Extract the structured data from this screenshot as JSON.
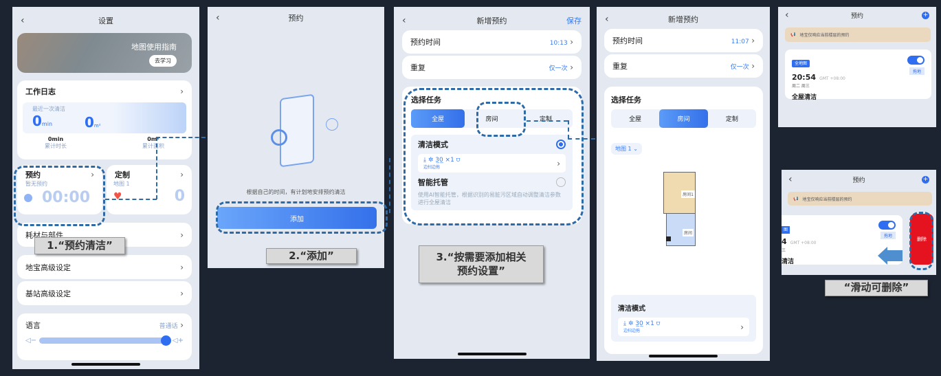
{
  "p1": {
    "title": "设置",
    "banner_title": "地图使用指南",
    "banner_btn": "去学习",
    "log_title": "工作日志",
    "last_clean": "最近一次清洁",
    "last_min": "0",
    "min_unit": "min",
    "last_area": "0",
    "area_unit": "m²",
    "total_time": "0min",
    "total_time_label": "累计时长",
    "total_area": "0m²",
    "total_area_label": "累计面积",
    "sched_title": "预约",
    "sched_sub": "暂无预约",
    "sched_time": "00:00",
    "custom_title": "定制",
    "custom_sub": "地图 1",
    "custom_count": "0",
    "items": [
      "耗材与部件",
      "地宝高级设定",
      "基站高级设定"
    ],
    "lang": "语言",
    "lang_value": "普通话"
  },
  "p2": {
    "title": "预约",
    "desc": "根据自己的时间，有计划地安排预约清洁",
    "add": "添加"
  },
  "p3": {
    "title": "新增预约",
    "save": "保存",
    "time_label": "预约时间",
    "time": "10:13",
    "repeat_label": "重复",
    "repeat": "仅一次",
    "task": "选择任务",
    "tabs": [
      "全屋",
      "房间",
      "定制"
    ],
    "mode": "清洁模式",
    "mode_icons": "⤓ ✲ 3̲0̲ ×1 ⩌",
    "mode_sub": "边扫边拖",
    "smart": "智能托管",
    "smart_desc": "使用AI智能托管，根据识别的易脏污区域自动调整清洁参数进行全屋清洁"
  },
  "p4": {
    "title": "新增预约",
    "time_label": "预约时间",
    "time": "11:07",
    "repeat_label": "重复",
    "repeat": "仅一次",
    "task": "选择任务",
    "tabs": [
      "全屋",
      "房间",
      "定制"
    ],
    "map": "地图 1",
    "room1": "房间1",
    "room2": "房间",
    "mode": "清洁模式",
    "mode_icons": "⤓ ✲ 3̲0̲ ×1 ⩌",
    "mode_sub": "边扫边拖"
  },
  "p5": {
    "title": "预约",
    "notice": "地宝仅响应当前楼层的预约",
    "tag": "全地图",
    "time": "20:54",
    "tz": "GMT +08:00",
    "days": "周二 周三",
    "task": "全屋清洁",
    "mode": "拖地",
    "time_cut": "4",
    "days_cut": "三",
    "task_cut": "清洁",
    "tag_cut": "图",
    "delete": "删除"
  },
  "callouts": [
    "1.“预约清洁”",
    "2.“添加”",
    "3.“按需要添加相关预约设置”",
    "“滑动可删除”"
  ],
  "colors": {
    "accent": "#3b7bf0",
    "delete": "#e5121f",
    "notice": "#ead8bf"
  }
}
